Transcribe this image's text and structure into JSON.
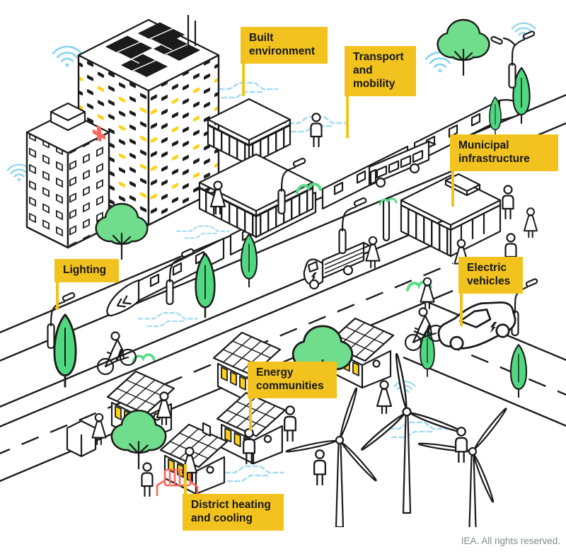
{
  "figure": {
    "labels": {
      "built_environment": "Built\nenvironment",
      "transport_mobility": "Transport\nand\nmobility",
      "municipal_infrastructure": "Municipal\ninfrastructure",
      "lighting": "Lighting",
      "electric_vehicles": "Electric\nvehicles",
      "energy_communities": "Energy\ncommunities",
      "district_heating": "District heating\nand cooling"
    },
    "footer": "IEA. All rights reserved."
  },
  "colors": {
    "label_bg": "#F2C31E",
    "window_yellow": "#FFD215",
    "tree_green": "#6FDD8B",
    "cypress_green": "#50D880",
    "bush_green": "#55DB86",
    "wifi_teal": "#86D4EE",
    "stream_blue": "#A5DBF2",
    "accent_red": "#F9685D",
    "ink": "#1B1B1B",
    "footer_gray": "#86888B"
  },
  "scene": {
    "elements": [
      "high-rise-tower",
      "hospital",
      "terraced-office-building",
      "municipal-building",
      "high-speed-train",
      "city-bus",
      "electric-delivery-van",
      "electric-car",
      "cyclist",
      "street-lamp",
      "solar-house",
      "district-heating-house",
      "wind-turbine",
      "round-tree",
      "cypress-tree",
      "bush",
      "pedestrian",
      "wifi-signal",
      "data-stream",
      "storage-box",
      "radiator",
      "red-cross",
      "rooftop-solar-panels",
      "road"
    ]
  }
}
